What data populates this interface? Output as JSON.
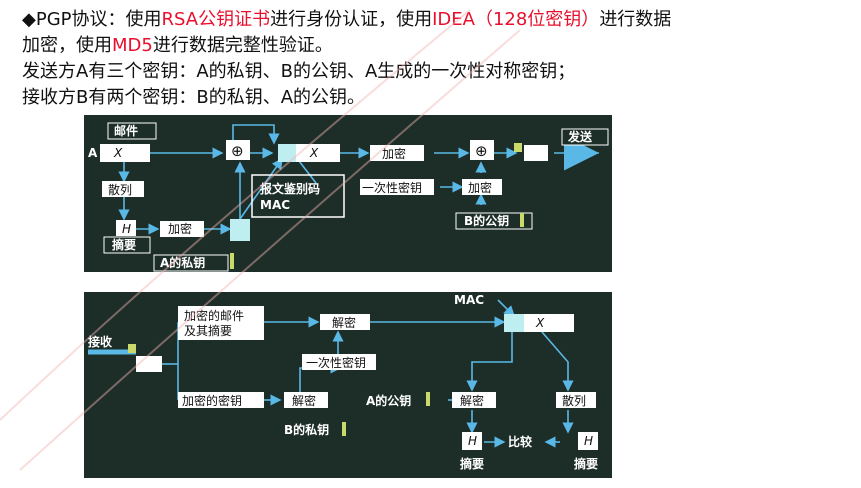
{
  "header": {
    "line1": [
      "◆PGP协议：使用",
      "RSA公钥证书",
      "进行身份认证，使用",
      "IDEA（128位密钥）",
      "进行数据"
    ],
    "line2": [
      "加密，使用",
      "MD5",
      "进行数据完整性验证。"
    ],
    "line3": "发送方A有三个密钥：A的私钥、B的公钥、A生成的一次性对称密钥；",
    "line4": "接收方B有两个密钥：B的私钥、A的公钥。"
  },
  "sender": {
    "mail": "邮件",
    "a": "A",
    "x": "X",
    "hash": "散列",
    "h": "H",
    "digest": "摘要",
    "encrypt1": "加密",
    "a_private": "A的私钥",
    "plus": "⊕",
    "mac_label1": "报文鉴别码",
    "mac_label2": "MAC",
    "encrypt2": "加密",
    "session_key": "一次性密钥",
    "encrypt3": "加密",
    "b_public": "B的公钥",
    "send": "发送"
  },
  "receiver": {
    "receive": "接收",
    "enc_mail1": "加密的邮件",
    "enc_mail2": "及其摘要",
    "decrypt1": "解密",
    "session_key": "一次性密钥",
    "enc_key": "加密的密钥",
    "decrypt2": "解密",
    "b_private": "B的私钥",
    "mac": "MAC",
    "x": "X",
    "a_public": "A的公钥",
    "decrypt3": "解密",
    "hash": "散列",
    "h1": "H",
    "h2": "H",
    "compare": "比较",
    "digest1": "摘要",
    "digest2": "摘要"
  },
  "colors": {
    "panel": "#1d2e29",
    "arrow": "#5ab8e6",
    "box": "#ffffff",
    "accent": "#e8102c"
  }
}
